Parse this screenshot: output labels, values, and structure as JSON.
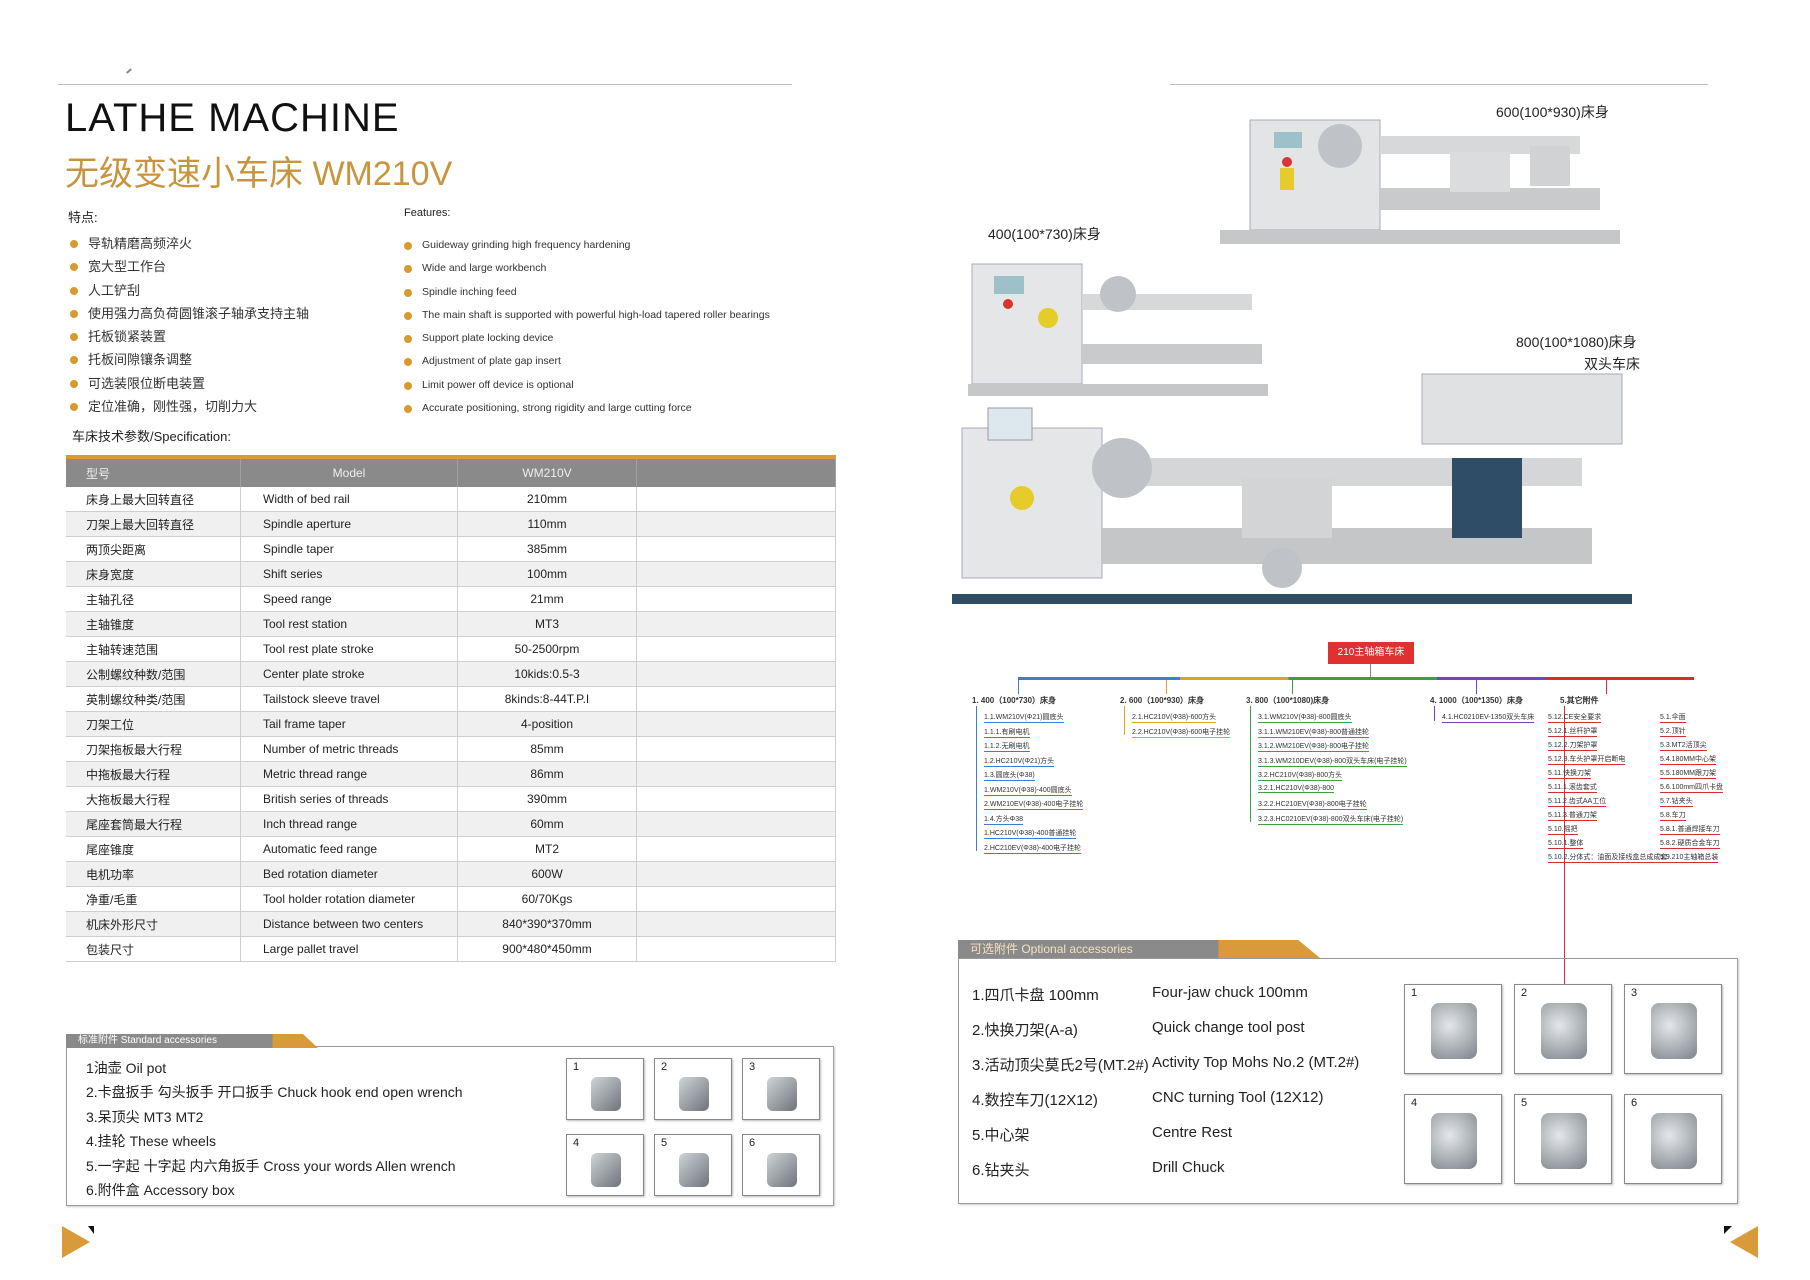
{
  "header": {
    "title_en": "LATHE MACHINE",
    "title_cn": "无级变速小车床 WM210V"
  },
  "features": {
    "cn_heading": "特点:",
    "en_heading": "Features:",
    "cn": [
      "导轨精磨高频淬火",
      "宽大型工作台",
      "人工铲刮",
      "使用强力高负荷圆锥滚子轴承支持主轴",
      "托板锁紧装置",
      "托板间隙镶条调整",
      "可选装限位断电装置",
      "定位准确，刚性强，切削力大"
    ],
    "en": [
      "Guideway grinding high frequency hardening",
      "Wide and large workbench",
      "Spindle inching feed",
      "The main shaft is supported with powerful high-load tapered roller bearings",
      "Support plate locking device",
      "Adjustment of plate gap insert",
      "Limit power off device is optional",
      "Accurate positioning, strong rigidity and large cutting force"
    ]
  },
  "spec": {
    "label": "车床技术参数/Specification:",
    "headers": [
      "型号",
      "Model",
      "WM210V",
      ""
    ],
    "rows": [
      [
        "床身上最大回转直径",
        "Width of bed rail",
        "210mm"
      ],
      [
        "刀架上最大回转直径",
        "Spindle aperture",
        "110mm"
      ],
      [
        "两顶尖距离",
        "Spindle taper",
        "385mm"
      ],
      [
        "床身宽度",
        "Shift series",
        "100mm"
      ],
      [
        "主轴孔径",
        "Speed range",
        "21mm"
      ],
      [
        "主轴锥度",
        "Tool rest station",
        "MT3"
      ],
      [
        "主轴转速范围",
        "Tool rest plate stroke",
        "50-2500rpm"
      ],
      [
        "公制螺纹种数/范围",
        "Center plate stroke",
        "10kids:0.5-3"
      ],
      [
        "英制螺纹种类/范围",
        "Tailstock sleeve travel",
        "8kinds:8-44T.P.I"
      ],
      [
        "刀架工位",
        "Tail frame taper",
        "4-position"
      ],
      [
        "刀架拖板最大行程",
        "Number of metric threads",
        "85mm"
      ],
      [
        "中拖板最大行程",
        "Metric thread range",
        "86mm"
      ],
      [
        "大拖板最大行程",
        "British series of threads",
        "390mm"
      ],
      [
        "尾座套筒最大行程",
        "Inch thread range",
        "60mm"
      ],
      [
        "尾座锥度",
        "Automatic feed range",
        "MT2"
      ],
      [
        "电机功率",
        "Bed rotation diameter",
        "600W"
      ],
      [
        "净重/毛重",
        "Tool holder rotation diameter",
        "60/70Kgs"
      ],
      [
        "机床外形尺寸",
        "Distance between two centers",
        "840*390*370mm"
      ],
      [
        "包装尺寸",
        "Large pallet travel",
        "900*480*450mm"
      ]
    ]
  },
  "standard": {
    "banner": "标准附件  Standard accessories",
    "items": [
      "1油壶    Oil pot",
      "2.卡盘扳手 勾头扳手 开口扳手      Chuck hook end open wrench",
      "3.呆顶尖 MT3 MT2",
      "4.挂轮   These wheels",
      "5.一字起 十字起 内六角扳手 Cross your words  Allen wrench",
      "6.附件盒   Accessory box"
    ],
    "tiles": [
      "1",
      "2",
      "3",
      "4",
      "5",
      "6"
    ]
  },
  "machines": {
    "label_600": "600(100*930)床身",
    "label_400": "400(100*730)床身",
    "label_800": "800(100*1080)床身",
    "label_double": "双头车床"
  },
  "tree": {
    "root": "210主轴箱车床",
    "branches": [
      {
        "title": "1. 400（100*730）床身",
        "color": "#3a7fd0",
        "items": [
          "1.1.WM210V(Φ21)圆底头",
          "1.1.1.有刷电机",
          "1.1.2.无刷电机",
          "1.2.HC210V(Φ21)方头",
          "1.3.圆底头(Φ38)",
          "1.WM210V(Φ38)-400圆底头",
          "2.WM210EV(Φ38)-400电子挂轮",
          "1.4.方头Φ38",
          "1.HC210V(Φ38)-400普通挂轮",
          "2.HC210EV(Φ38)-400电子挂轮"
        ]
      },
      {
        "title": "2. 600（100*930）床身",
        "color": "#e0a020",
        "items": [
          "2.1.HC210V(Φ38)-600方头",
          "2.2.HC210V(Φ38)-600电子挂轮"
        ]
      },
      {
        "title": "3. 800（100*1080)床身",
        "color": "#3aa040",
        "items": [
          "3.1.WM210V(Φ38)-800圆底头",
          "3.1.1.WM210EV(Φ38)-800普通挂轮",
          "3.1.2.WM210EV(Φ38)-800电子挂轮",
          "3.1.3.WM210DEV(Φ38)-800双头车床(电子挂轮)",
          "3.2.HC210V(Φ38)-800方头",
          "3.2.1.HC210V(Φ38)-800",
          "3.2.2.HC210EV(Φ38)-800电子挂轮",
          "3.2.3.HC0210EV(Φ38)-800双头车床(电子挂轮)"
        ]
      },
      {
        "title": "4. 1000（100*1350）床身",
        "color": "#7a40c0",
        "items": [
          "4.1.HC0210EV-1350双头车床"
        ]
      },
      {
        "title": "5.其它附件",
        "color": "#d03030",
        "items": [
          "5.12.CE安全要求",
          "5.12.1.丝杆护罩",
          "5.12.2.刀架护罩",
          "5.12.3.车头护罩开启断电",
          "5.11.快换刀架",
          "5.11.1.滚齿套式",
          "5.11.2.齿式AA工位",
          "5.11.3.普通刀架",
          "5.10.摇把",
          "5.10.1.整体",
          "5.10.2.分体式：油面及接线盒总成成套",
          "5.1.伞面",
          "5.2.顶针",
          "5.3.MT2活顶尖",
          "5.4.180MM中心架",
          "5.5.180MM跟刀架",
          "5.6.100mm四爪卡盘",
          "5.7.钻夹头",
          "5.8.车刀",
          "5.8.1.普通焊接车刀",
          "5.8.2.硬质合金车刀",
          "5.9.210主轴箱总装"
        ]
      }
    ]
  },
  "optional": {
    "banner": "可选附件   Optional accessories",
    "items": [
      {
        "cn": "1.四爪卡盘 100mm",
        "en": "Four-jaw chuck 100mm"
      },
      {
        "cn": "2.快换刀架(A-a)",
        "en": "Quick change tool post"
      },
      {
        "cn": "3.活动顶尖莫氏2号(MT.2#)",
        "en": "Activity Top Mohs No.2 (MT.2#)"
      },
      {
        "cn": "4.数控车刀(12X12)",
        "en": "CNC turning Tool (12X12)"
      },
      {
        "cn": "5.中心架",
        "en": "Centre Rest"
      },
      {
        "cn": "6.钻夹头",
        "en": "Drill Chuck"
      }
    ],
    "tiles": [
      "1",
      "2",
      "3",
      "4",
      "5",
      "6"
    ]
  },
  "colors": {
    "accent": "#d89a2c",
    "header_gray": "#8a8a8a",
    "title_gold": "#c8953e",
    "root_red": "#e03030"
  }
}
